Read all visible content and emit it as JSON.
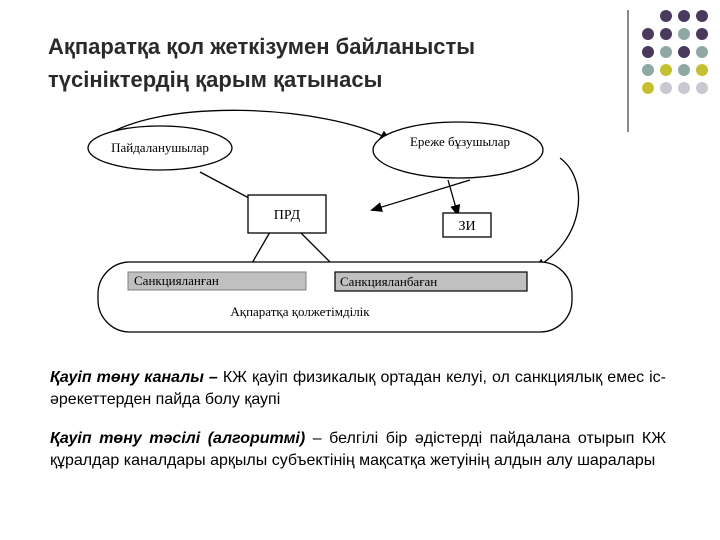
{
  "slide": {
    "title_line1": "Ақпаратқа қол жеткізумен байланысты",
    "title_line2": "түсініктердің қарым қатынасы"
  },
  "decor": {
    "dot_colors": {
      "purple": "#4a3a5e",
      "teal": "#8fa8a4",
      "olive": "#c5c032",
      "grey": "#c8c8d0"
    }
  },
  "diagram": {
    "users_label": "Пайдаланушылар",
    "violators_label": "Ереже бұзушылар",
    "prd_label": "ПРД",
    "zi_label": "ЗИ",
    "sanctioned_label": "Санкцияланған",
    "unsanctioned_label": "Санкцияланбаған",
    "access_label": "Ақпаратқа қолжетімділік"
  },
  "text": {
    "p1_term": "Қауіп төну каналы –",
    "p1_body": " КЖ қауіп физикалық ортадан келуі, ол санкциялық емес іс-әрекеттерден пайда болу қаупі",
    "p2_term": "Қауіп төну тәсілі (алгоритмі)",
    "p2_body": " – белгілі бір әдістерді пайдалана отырып КЖ құралдар каналдары арқылы субъектінің мақсатқа жетуінің алдын алу шаралары"
  }
}
